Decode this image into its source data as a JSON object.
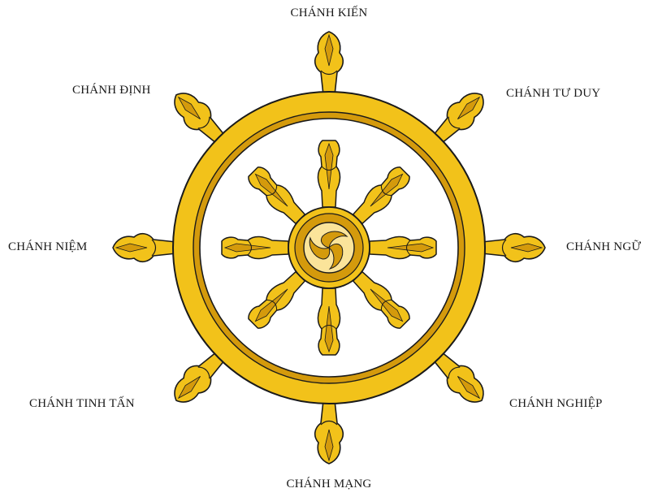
{
  "labels": {
    "top": "CHÁNH KIẾN",
    "top_right": "CHÁNH TƯ DUY",
    "right": "CHÁNH NGỮ",
    "bottom_right": "CHÁNH NGHIỆP",
    "bottom": "CHÁNH MẠNG",
    "bottom_left": "CHÁNH TINH TẤN",
    "left": "CHÁNH NIỆM",
    "top_left": "CHÁNH ĐỊNH"
  },
  "colors": {
    "gold": "#f2c21a",
    "gold_dark": "#d49a0c",
    "hub_light": "#fbe49a",
    "outline": "#1a1a1a"
  }
}
